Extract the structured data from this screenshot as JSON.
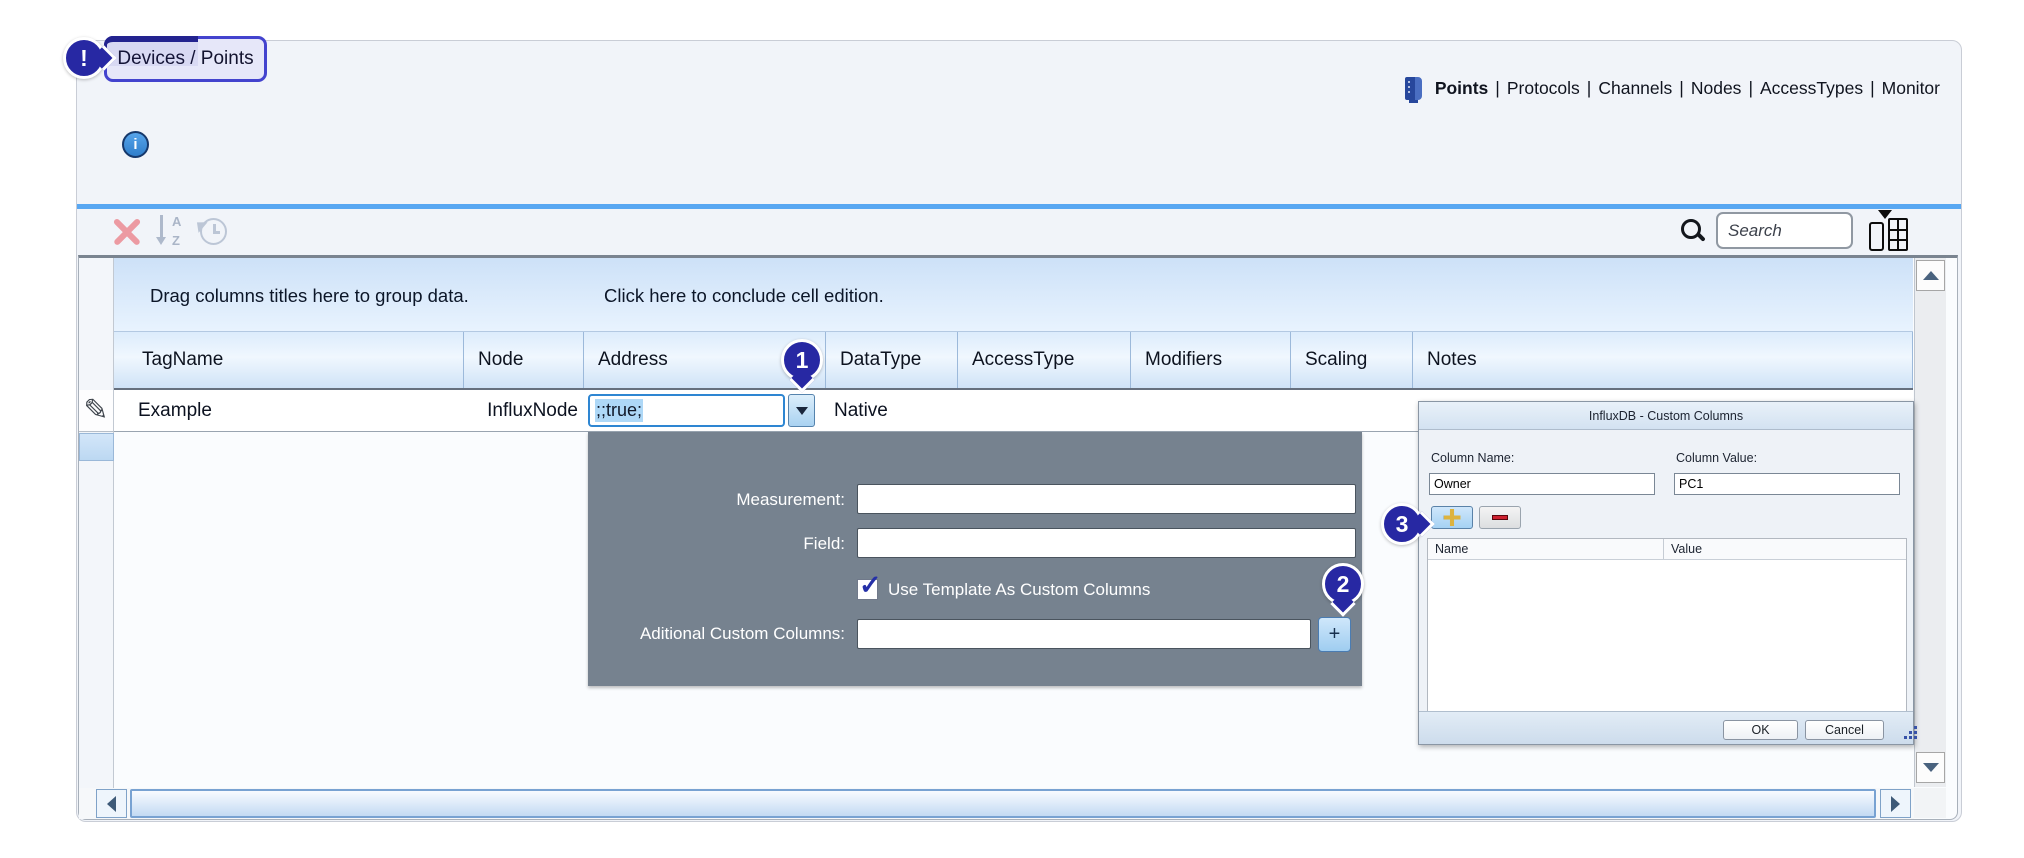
{
  "window": {
    "title": "Devices / Points"
  },
  "nav": {
    "separator": "|",
    "items": [
      "Points",
      "Protocols",
      "Channels",
      "Nodes",
      "AccessTypes",
      "Monitor"
    ],
    "active_item": "Points"
  },
  "toolbar": {
    "search_placeholder": "Search"
  },
  "grid": {
    "group_hint": "Drag columns titles here to group data.",
    "edit_hint": "Click here to conclude cell edition.",
    "columns": [
      "TagName",
      "Node",
      "Address",
      "DataType",
      "AccessType",
      "Modifiers",
      "Scaling",
      "Notes"
    ],
    "row": {
      "tag_name": "Example",
      "node": "InfluxNode",
      "address": ";;true;",
      "data_type": "Native"
    }
  },
  "influx_form": {
    "measurement_label": "Measurement:",
    "measurement_value": "",
    "field_label": "Field:",
    "field_value": "",
    "use_template_label": "Use Template As Custom Columns",
    "use_template_checked": true,
    "additional_label": "Aditional Custom Columns:",
    "additional_value": "",
    "add_label": "+"
  },
  "custom_columns": {
    "title": "InfluxDB - Custom Columns",
    "name_label": "Column Name:",
    "name_value": "Owner",
    "value_label": "Column Value:",
    "value_value": "PC1",
    "grid_headers": [
      "Name",
      "Value"
    ],
    "grid_rows": [],
    "ok": "OK",
    "cancel": "Cancel"
  },
  "callouts": {
    "warning": "!",
    "one": "1",
    "two": "2",
    "three": "3"
  },
  "icons": {
    "check": "✓",
    "pencil": "✎",
    "info": "i"
  },
  "colors": {
    "accent_blue": "#58a7f2",
    "badge_navy": "#2728a3",
    "panel_slate": "#76828f",
    "selection_blue": "#aed8f7",
    "header_blue": "#dcecfc",
    "tab_border_blue": "#4343ce"
  }
}
